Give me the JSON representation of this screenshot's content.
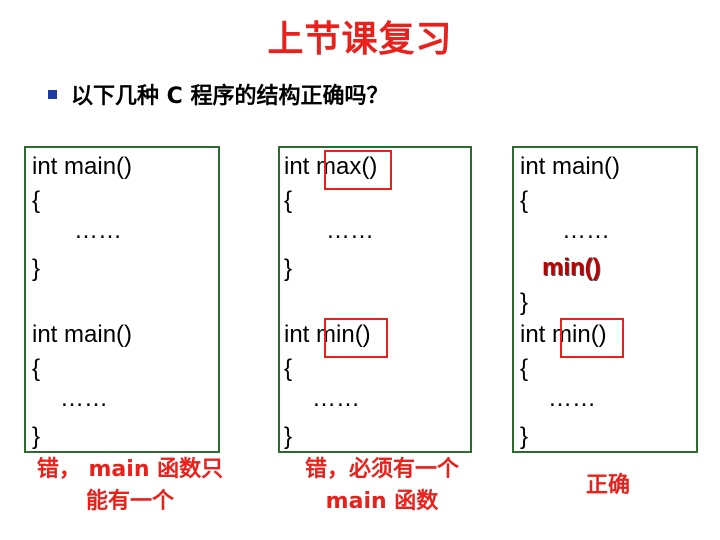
{
  "title": "上节课复习",
  "question": "以下几种 C 程序的结构正确吗？",
  "boxes": {
    "box1": {
      "lines": [
        "int main()",
        "{",
        "……",
        "}",
        "int main()",
        "{",
        "……",
        "}"
      ]
    },
    "box2": {
      "lines": [
        "int max()",
        "{",
        "……",
        "}",
        "int min()",
        "{",
        "……",
        "}"
      ]
    },
    "box3": {
      "lines": [
        "int main()",
        "{",
        "……",
        "min()",
        "}",
        "int min()",
        "{",
        "……",
        "}"
      ]
    }
  },
  "verdicts": {
    "v1_line1": "错， main 函数只",
    "v1_line2": "能有一个",
    "v2_line1": "错，必须有一个",
    "v2_line2": "main 函数",
    "v3": "正确"
  },
  "colors": {
    "title": "#e8211c",
    "box_border": "#2e6b2e",
    "highlight_border": "#e8211c",
    "bullet": "#1f3aa6"
  }
}
